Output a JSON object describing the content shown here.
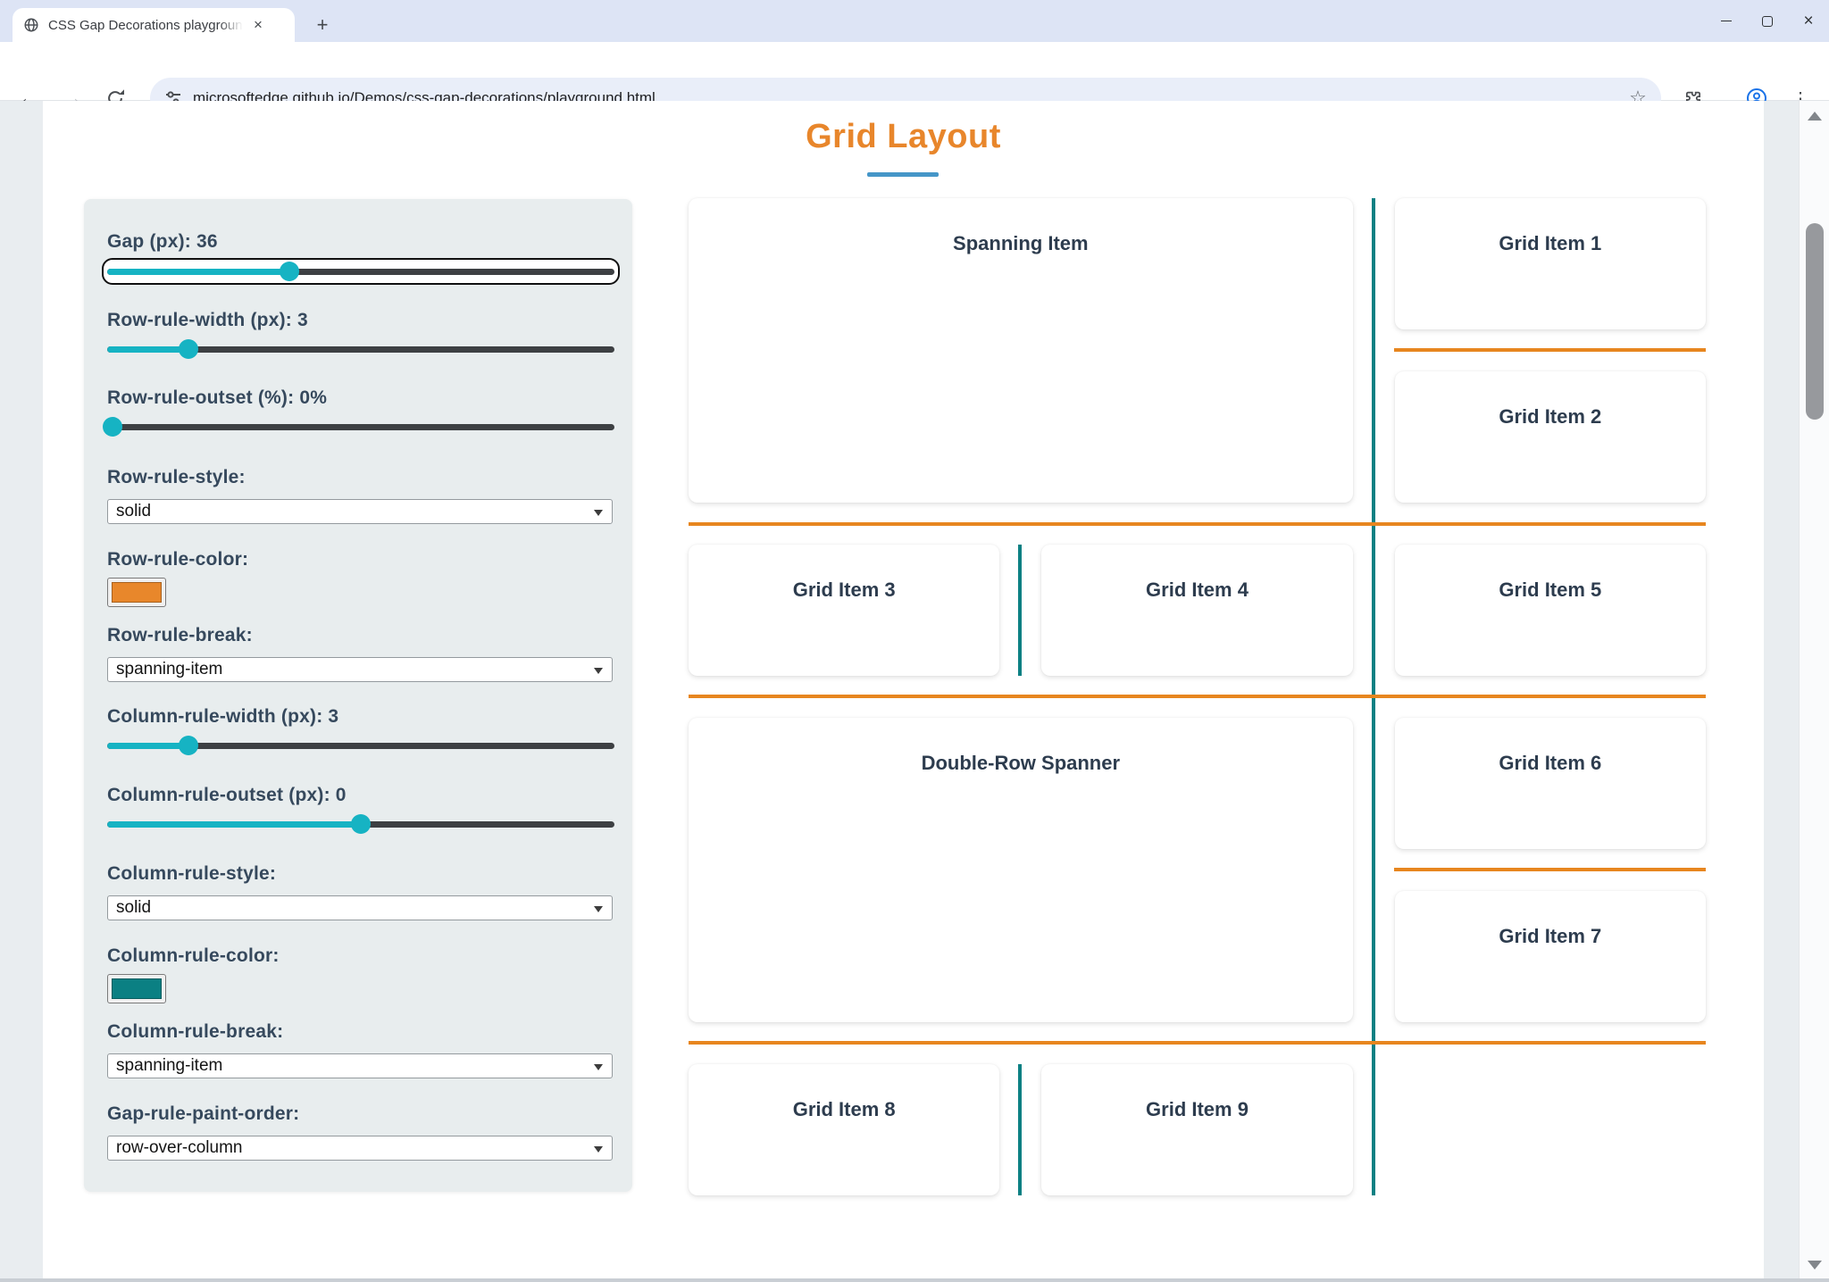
{
  "browser": {
    "tab_title": "CSS Gap Decorations playgroun",
    "url": "microsoftedge.github.io/Demos/css-gap-decorations/playground.html"
  },
  "icons": {
    "back": "←",
    "forward": "→",
    "star": "☆",
    "menu": "⋮",
    "newtab": "+",
    "tab_close": "×",
    "close": "×"
  },
  "page": {
    "title": "Grid Layout"
  },
  "panel": {
    "controls": {
      "gap": {
        "label": "Gap (px): 36",
        "percent": 36
      },
      "row_rule_width": {
        "label": "Row-rule-width (px): 3",
        "percent": 16
      },
      "row_rule_outset": {
        "label": "Row-rule-outset (%): 0%",
        "percent": 1
      },
      "row_rule_style": {
        "label": "Row-rule-style:",
        "value": "solid"
      },
      "row_rule_color": {
        "label": "Row-rule-color:",
        "value": "#e8872b"
      },
      "row_rule_break": {
        "label": "Row-rule-break:",
        "value": "spanning-item"
      },
      "column_rule_width": {
        "label": "Column-rule-width (px): 3",
        "percent": 16
      },
      "column_rule_outset": {
        "label": "Column-rule-outset (px): 0",
        "percent": 50
      },
      "column_rule_style": {
        "label": "Column-rule-style:",
        "value": "solid"
      },
      "column_rule_color": {
        "label": "Column-rule-color:",
        "value": "#0b8083"
      },
      "column_rule_break": {
        "label": "Column-rule-break:",
        "value": "spanning-item"
      },
      "gap_rule_paint_order": {
        "label": "Gap-rule-paint-order:",
        "value": "row-over-column"
      }
    }
  },
  "grid": {
    "items": [
      {
        "label": "Spanning Item"
      },
      {
        "label": "Grid Item 1"
      },
      {
        "label": "Grid Item 2"
      },
      {
        "label": "Grid Item 3"
      },
      {
        "label": "Grid Item 4"
      },
      {
        "label": "Grid Item 5"
      },
      {
        "label": "Double-Row Spanner"
      },
      {
        "label": "Grid Item 6"
      },
      {
        "label": "Grid Item 7"
      },
      {
        "label": "Grid Item 8"
      },
      {
        "label": "Grid Item 9"
      }
    ]
  },
  "colors": {
    "row_rule_orange": "#e7861f",
    "column_rule_teal": "#0b8083",
    "slider_accent": "#16b3c3",
    "heading_orange": "#e8862b",
    "heading_underline": "#4596c8"
  }
}
